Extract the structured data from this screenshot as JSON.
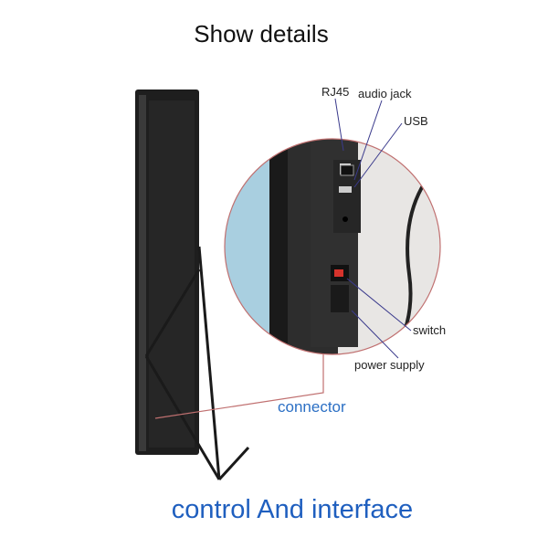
{
  "title": "Show details",
  "footer": "control And interface",
  "callouts": {
    "rj45": "RJ45",
    "audio_jack": "audio jack",
    "usb": "USB",
    "switch": "switch",
    "power_supply": "power supply",
    "connector": "connector"
  },
  "colors": {
    "accent": "#1f5fbf",
    "leader_line": "#3a3a8c",
    "circle_border": "#c07070"
  }
}
